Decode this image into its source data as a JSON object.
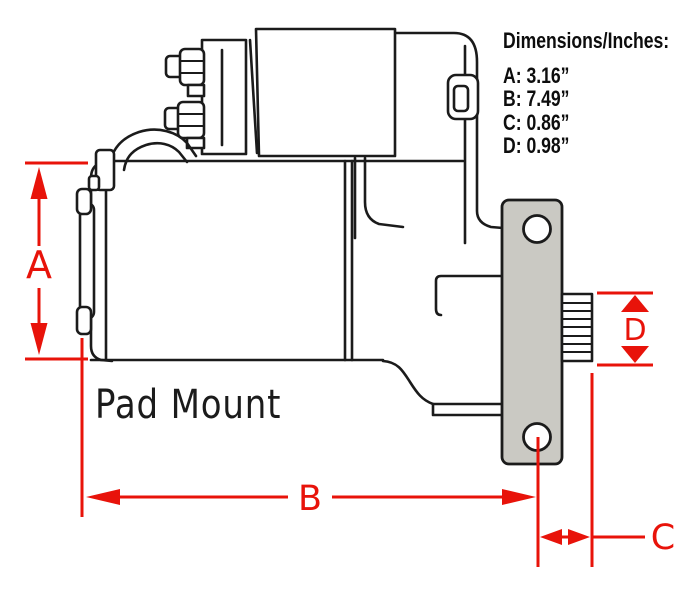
{
  "legend": {
    "title": "Dimensions/Inches:",
    "items": [
      {
        "id": "A",
        "text": "A: 3.16”"
      },
      {
        "id": "B",
        "text": "B: 7.49”"
      },
      {
        "id": "C",
        "text": "C: 0.86”"
      },
      {
        "id": "D",
        "text": "D: 0.98”"
      }
    ]
  },
  "drawing": {
    "caption": "Pad Mount",
    "dimension_labels": {
      "a": "A",
      "b": "B",
      "c": "C",
      "d": "D"
    },
    "subject": "starter-motor-side-view"
  },
  "colors": {
    "dimension_red": "#e8130a",
    "pad_gray": "#cac9c3",
    "ink": "#1b1b1b",
    "background": "#ffffff"
  }
}
